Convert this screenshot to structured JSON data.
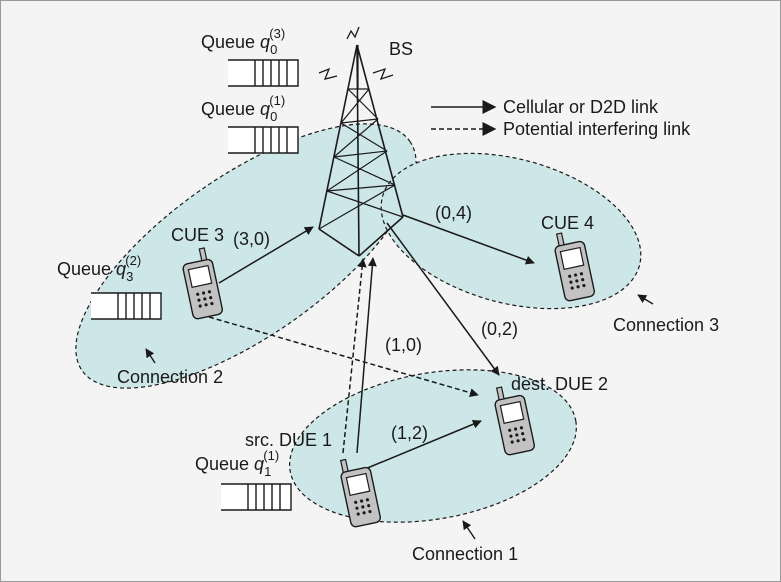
{
  "title": "",
  "colors": {
    "background": "#f4f4f4",
    "connection_fill": "#cde6e8",
    "line": "#1a1a1a",
    "phone_body": "#c2c2c2",
    "phone_screen": "#ffffff"
  },
  "base_station": {
    "label": "BS"
  },
  "legend": {
    "solid": "Cellular or D2D link",
    "dashed": "Potential interfering link"
  },
  "queues": [
    {
      "prefix": "Queue ",
      "symbol": "q",
      "subscript": "0",
      "superscript": "(3)"
    },
    {
      "prefix": "Queue ",
      "symbol": "q",
      "subscript": "0",
      "superscript": "(1)"
    },
    {
      "prefix": "Queue ",
      "symbol": "q",
      "subscript": "3",
      "superscript": "(2)"
    },
    {
      "prefix": "Queue ",
      "symbol": "q",
      "subscript": "1",
      "superscript": "(1)"
    }
  ],
  "devices": {
    "cue3": "CUE 3",
    "cue4": "CUE 4",
    "due2": "dest. DUE 2",
    "due1": "src. DUE 1"
  },
  "link_labels": {
    "cue3_to_bs": "(3,0)",
    "bs_to_cue4": "(0,4)",
    "bs_to_due2": "(0,2)",
    "due1_to_bs": "(1,0)",
    "due1_to_due2": "(1,2)"
  },
  "connections": {
    "c1": "Connection 1",
    "c2": "Connection 2",
    "c3": "Connection 3"
  },
  "icons": [
    "base-station-tower-icon",
    "mobile-phone-icon",
    "queue-buffer-icon"
  ]
}
